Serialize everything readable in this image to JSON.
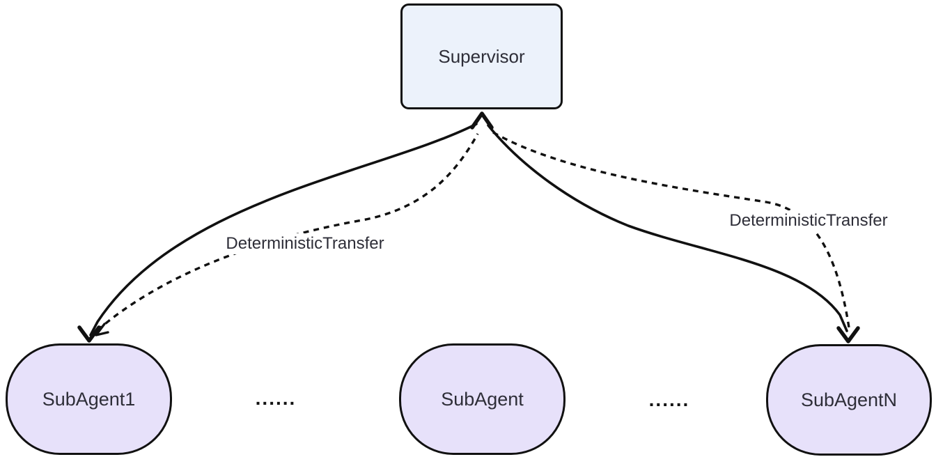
{
  "diagram": {
    "colors": {
      "background": "#ffffff",
      "stroke": "#111111",
      "text": "#2e2e38",
      "supervisor_fill": "#ECF2FB",
      "subagent_fill": "#E7E1FA"
    },
    "nodes": {
      "supervisor": {
        "label": "Supervisor"
      },
      "subagent1": {
        "label": "SubAgent1"
      },
      "subagent_middle": {
        "label": "SubAgent"
      },
      "subagentn": {
        "label": "SubAgentN"
      }
    },
    "ellipsis_left": "......",
    "ellipsis_right": "......",
    "edges": [
      {
        "from": "Supervisor",
        "to": "SubAgent1",
        "style": "solid",
        "label": ""
      },
      {
        "from": "Supervisor",
        "to": "SubAgentN",
        "style": "solid",
        "label": ""
      },
      {
        "from": "SubAgent1",
        "to": "Supervisor",
        "style": "dashed",
        "label": "DeterministicTransfer"
      },
      {
        "from": "SubAgentN",
        "to": "Supervisor",
        "style": "dashed",
        "label": "DeterministicTransfer"
      }
    ]
  }
}
